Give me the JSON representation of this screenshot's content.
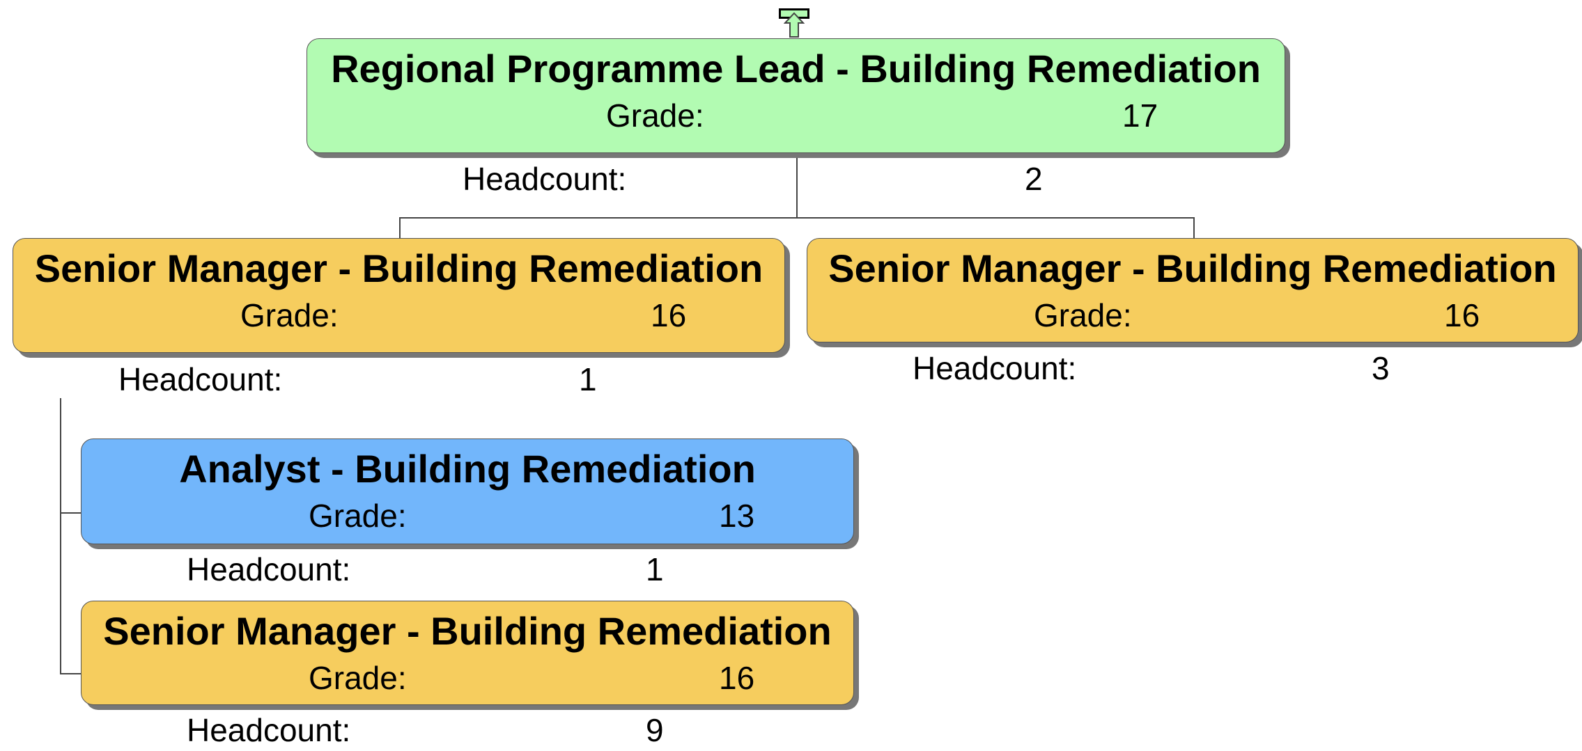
{
  "colors": {
    "lead": "#b2fbb2",
    "senior_manager": "#f6cd5e",
    "analyst": "#72b6fb",
    "connector": "#444444"
  },
  "expand_control": {
    "icon": "up-arrow-icon"
  },
  "nodes": {
    "lead": {
      "title": "Regional Programme Lead - Building Remediation",
      "grade_label": "Grade:",
      "grade": "17",
      "headcount_label": "Headcount:",
      "headcount": "2"
    },
    "sm_left": {
      "title": "Senior Manager - Building Remediation",
      "grade_label": "Grade:",
      "grade": "16",
      "headcount_label": "Headcount:",
      "headcount": "1"
    },
    "sm_right": {
      "title": "Senior Manager - Building Remediation",
      "grade_label": "Grade:",
      "grade": "16",
      "headcount_label": "Headcount:",
      "headcount": "3"
    },
    "analyst": {
      "title": "Analyst - Building Remediation",
      "grade_label": "Grade:",
      "grade": "13",
      "headcount_label": "Headcount:",
      "headcount": "1"
    },
    "sm_child": {
      "title": "Senior Manager - Building Remediation",
      "grade_label": "Grade:",
      "grade": "16",
      "headcount_label": "Headcount:",
      "headcount": "9"
    }
  }
}
